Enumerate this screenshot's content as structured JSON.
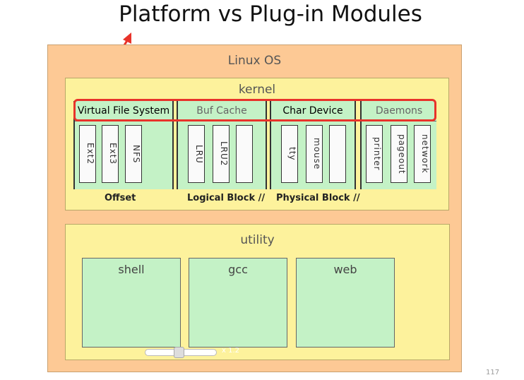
{
  "title": "Platform vs Plug-in Modules",
  "os_label": "Linux OS",
  "kernel": {
    "label": "kernel",
    "columns": [
      {
        "header": "Virtual File System",
        "modules": [
          "Ext2",
          "Ext3",
          "NFS"
        ],
        "caption": "Offset"
      },
      {
        "header": "Buf Cache",
        "modules": [
          "LRU",
          "LRU2",
          ""
        ],
        "caption": "Logical Block //"
      },
      {
        "header": "Char Device",
        "modules": [
          "tty",
          "mouse",
          ""
        ],
        "caption": "Physical Block //"
      },
      {
        "header": "Daemons",
        "modules": [
          "printer",
          "pageout",
          "network"
        ],
        "caption": ""
      }
    ]
  },
  "utility": {
    "label": "utility",
    "apps": [
      "shell",
      "gcc",
      "web"
    ]
  },
  "zoom_level": "x 1.2",
  "page_number": "117",
  "colors": {
    "os": "#fdc995",
    "layer": "#fdf29c",
    "module_area": "#c4f2c6",
    "highlight": "#e8332a"
  }
}
